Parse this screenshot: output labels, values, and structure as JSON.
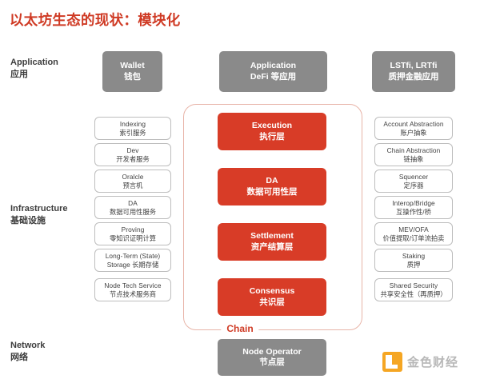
{
  "title": "以太坊生态的现状：模块化",
  "colors": {
    "title_red": "#cf3a24",
    "box_red": "#d83c27",
    "box_gray": "#8a8a8a",
    "pill_border": "#bdbdbd",
    "chain_outline": "#e8b4a8",
    "watermark_orange": "#f5a623"
  },
  "rows": {
    "application": {
      "en": "Application",
      "zh": "应用"
    },
    "infrastructure": {
      "en": "Infrastructure",
      "zh": "基础设施"
    },
    "network": {
      "en": "Network",
      "zh": "网络"
    }
  },
  "application_boxes": [
    {
      "en": "Wallet",
      "zh": "钱包"
    },
    {
      "en": "Application",
      "zh": "DeFi 等应用"
    },
    {
      "en": "LSTfi, LRTfi",
      "zh": "质押金融应用"
    }
  ],
  "infrastructure_left": [
    {
      "en": "Indexing",
      "zh": "索引服务"
    },
    {
      "en": "Dev",
      "zh": "开发者服务"
    },
    {
      "en": "Oralcle",
      "zh": "预言机"
    },
    {
      "en": "DA",
      "zh": "数据可用性服务"
    },
    {
      "en": "Proving",
      "zh": "零知识证明计算"
    },
    {
      "en": "Long-Term (State)",
      "zh": "Storage 长期存储"
    },
    {
      "en": "Node Tech Service",
      "zh": "节点技术服务商"
    }
  ],
  "chain": {
    "label": "Chain",
    "layers": [
      {
        "en": "Execution",
        "zh": "执行层"
      },
      {
        "en": "DA",
        "zh": "数据可用性层"
      },
      {
        "en": "Settlement",
        "zh": "资产结算层"
      },
      {
        "en": "Consensus",
        "zh": "共识层"
      }
    ]
  },
  "infrastructure_right": [
    {
      "en": "Account Abstraction",
      "zh": "账户抽象"
    },
    {
      "en": "Chain Abstraction",
      "zh": "链抽象"
    },
    {
      "en": "Squencer",
      "zh": "定序器"
    },
    {
      "en": "Interop/Bridge",
      "zh": "互操作性/桥"
    },
    {
      "en": "MEV/OFA",
      "zh": "价值提取/订单流拍卖"
    },
    {
      "en": "Staking",
      "zh": "质押"
    },
    {
      "en": "Shared Security",
      "zh": "共享安全性（再质押）"
    }
  ],
  "network_box": {
    "en": "Node Operator",
    "zh": "节点层"
  },
  "watermark": {
    "text": "金色财经",
    "icon": "jinse-logo-icon"
  }
}
